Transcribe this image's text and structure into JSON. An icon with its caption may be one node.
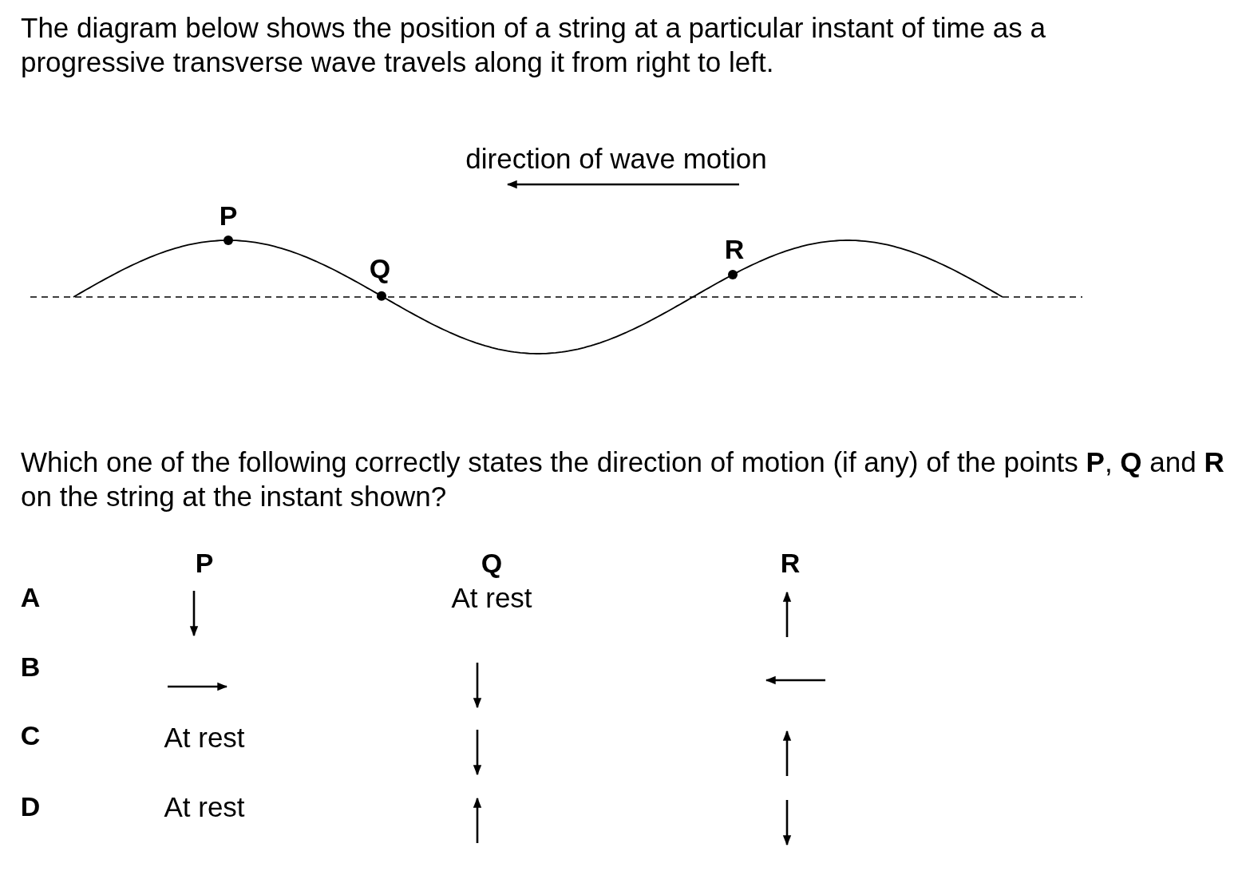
{
  "diagram": {
    "title": "The diagram below shows the position of a string at a particular instant of time as a progressive transverse wave travels along it from right to left.",
    "labels": [
      "direction of wave motion",
      "P",
      "Q",
      "R",
      "Which one of the following correctly states the direction of motion (if any) of the points **P**, **Q** and **R** on the string at the instant shown?",
      "P",
      "Q",
      "R",
      "A",
      "At rest",
      "B",
      "C",
      "At rest",
      "D",
      "At rest"
    ]
  }
}
